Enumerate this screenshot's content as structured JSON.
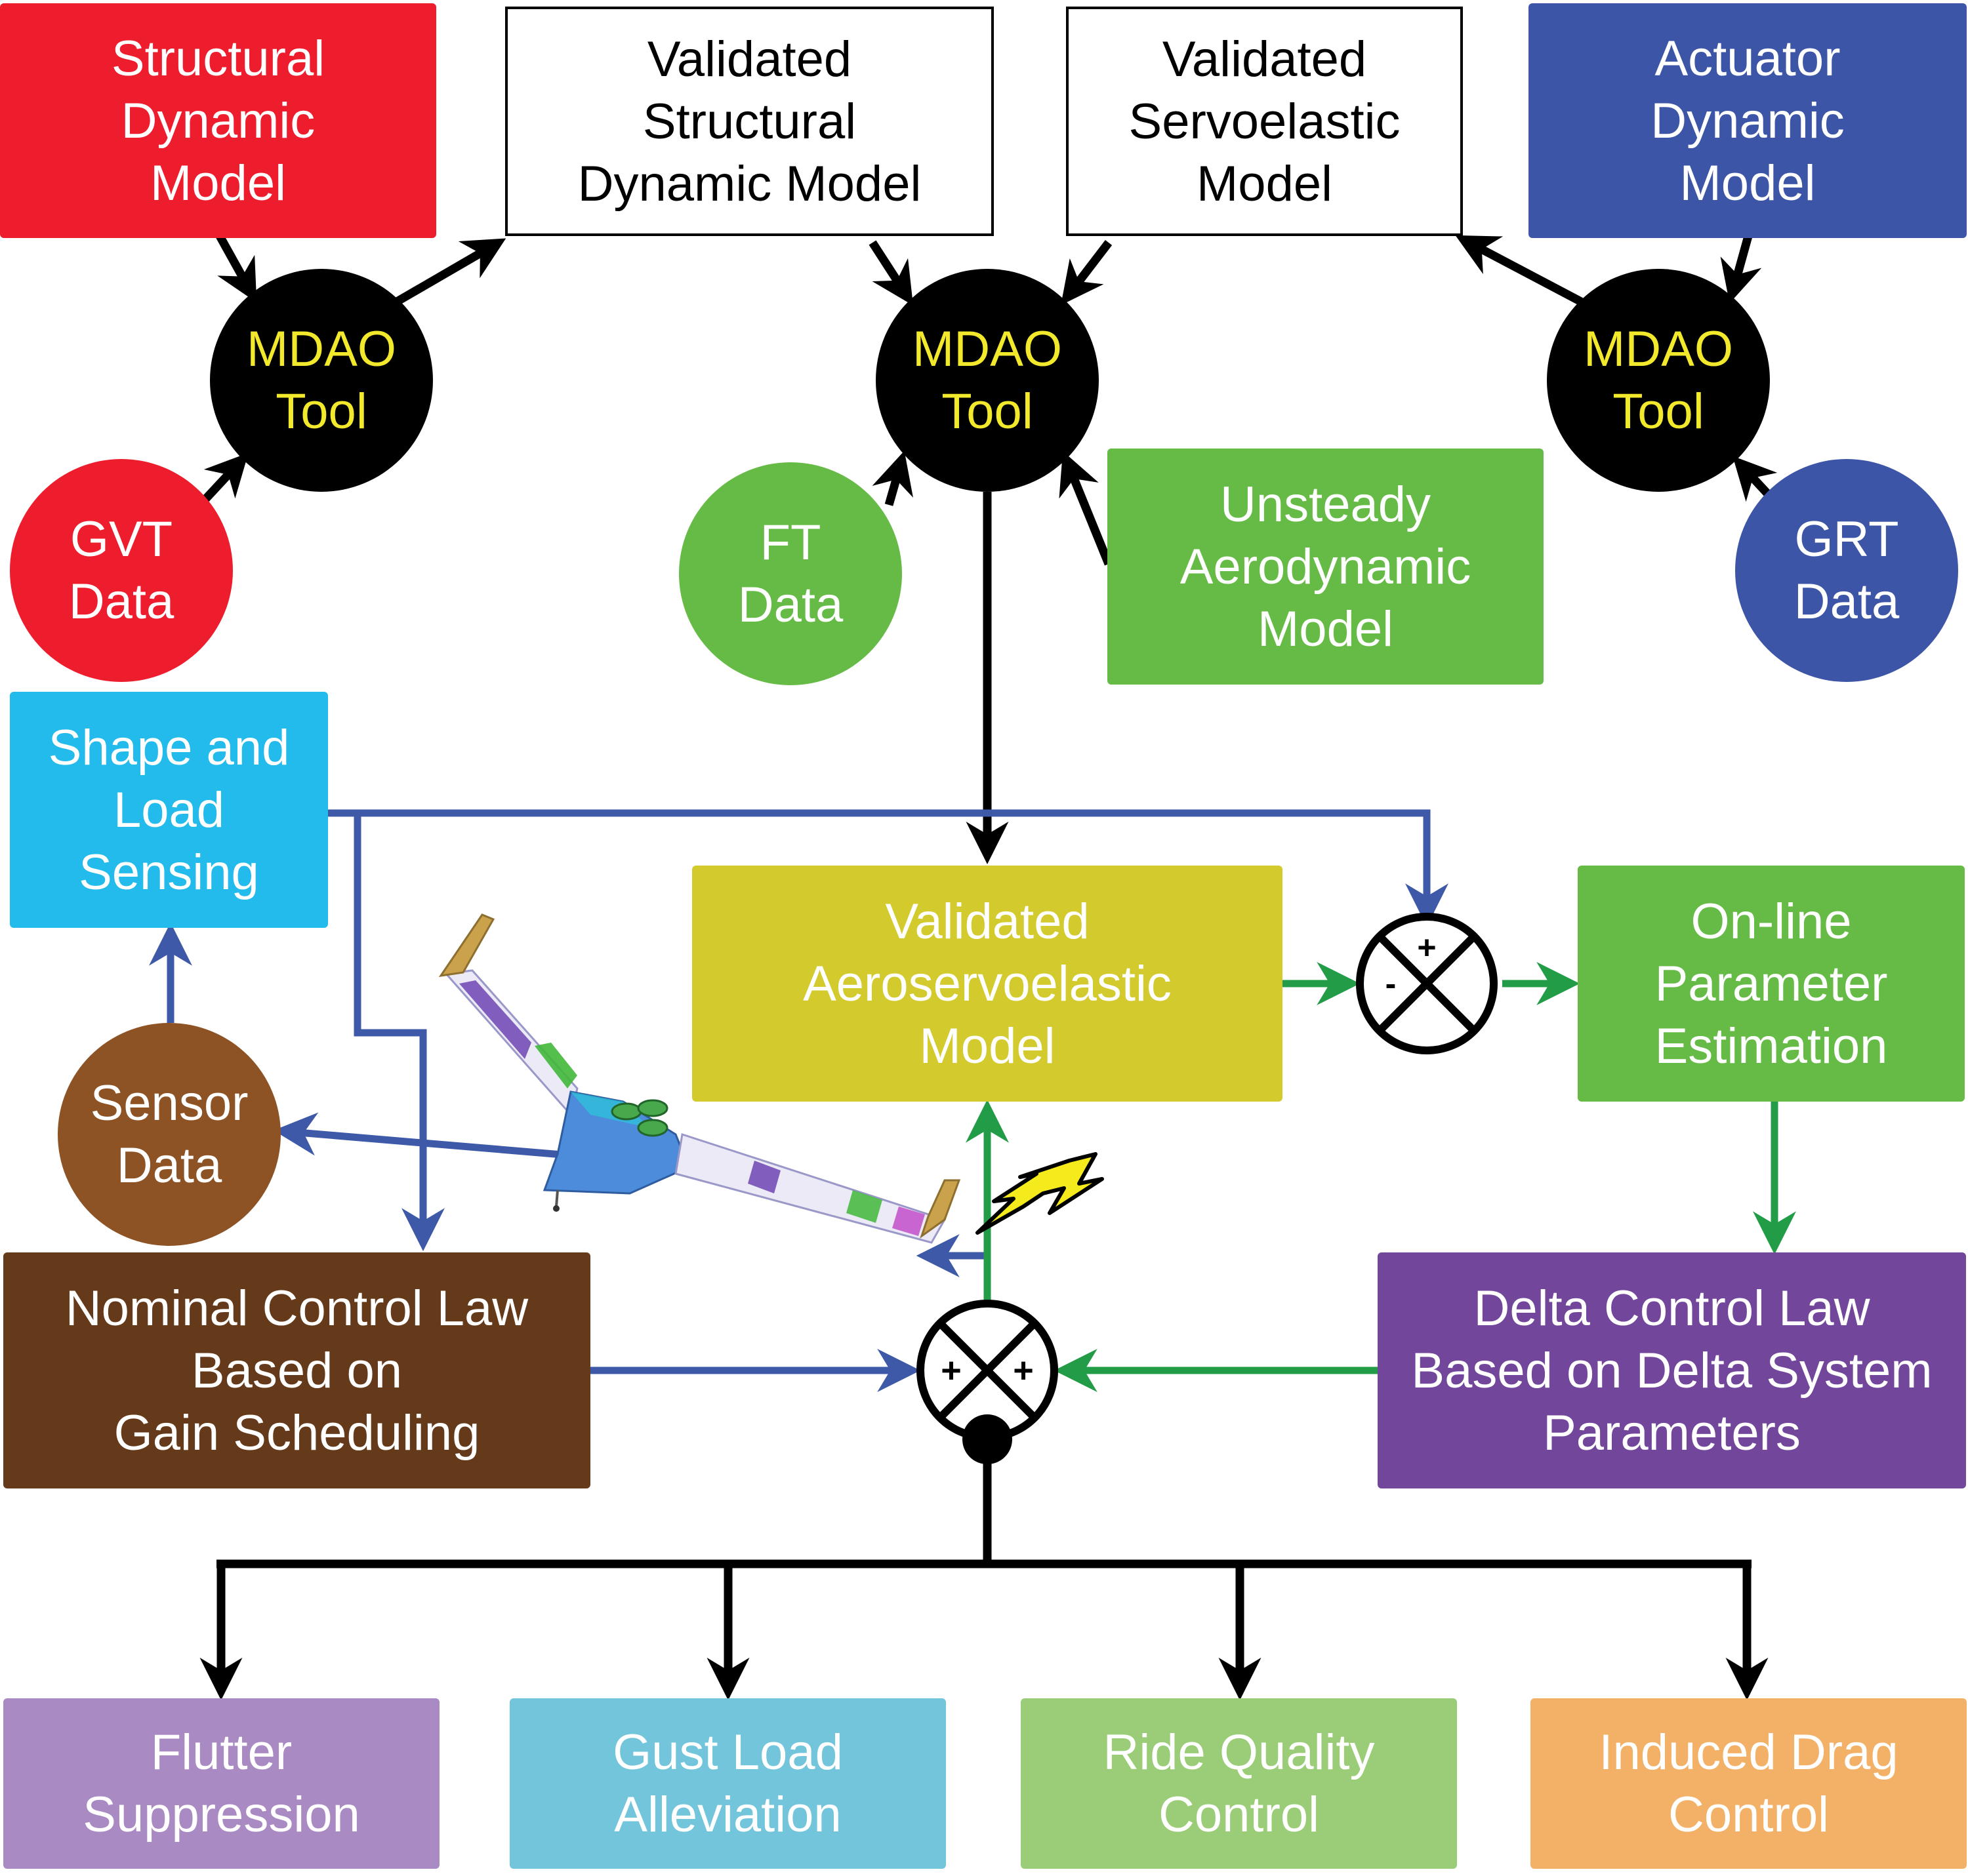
{
  "colors": {
    "red": "#ED1D2E",
    "blue_dark": "#3D55A7",
    "green": "#66BB46",
    "cyan": "#22BBEB",
    "brown_light": "#8E5325",
    "brown_dark": "#653A1A",
    "yellow": "#D3CA2E",
    "purple": "#72469B",
    "lavender": "#A98AC3",
    "teal": "#73C5DB",
    "green_light": "#9BCD78",
    "orange": "#F3B067",
    "arrow_blue": "#3F59A9",
    "arrow_green": "#239C48",
    "mdao_text": "#F2E92D"
  },
  "boxes": {
    "structural_dynamic_model": "Structural\nDynamic\nModel",
    "validated_structural_dynamic_model": "Validated\nStructural\nDynamic Model",
    "validated_servoelastic_model": "Validated\nServoelastic\nModel",
    "actuator_dynamic_model": "Actuator\nDynamic\nModel",
    "unsteady_aerodynamic_model": "Unsteady\nAerodynamic\nModel",
    "shape_and_load_sensing": "Shape and\nLoad\nSensing",
    "validated_aeroservoelastic_model": "Validated\nAeroservoelastic\nModel",
    "online_parameter_estimation": "On-line\nParameter\nEstimation",
    "nominal_control_law": "Nominal Control Law\nBased on\nGain Scheduling",
    "delta_control_law": "Delta Control Law\nBased on Delta System\nParameters",
    "flutter_suppression": "Flutter\nSuppression",
    "gust_load_alleviation": "Gust Load\nAlleviation",
    "ride_quality_control": "Ride Quality\nControl",
    "induced_drag_control": "Induced Drag\nControl"
  },
  "circles": {
    "mdao_tool": "MDAO\nTool",
    "gvt_data": "GVT\nData",
    "ft_data": "FT\nData",
    "grt_data": "GRT\nData",
    "sensor_data": "Sensor\nData"
  },
  "junctions": {
    "upper_top_sign": "+",
    "upper_left_sign": "-",
    "lower_left_sign": "+",
    "lower_right_sign": "+"
  }
}
